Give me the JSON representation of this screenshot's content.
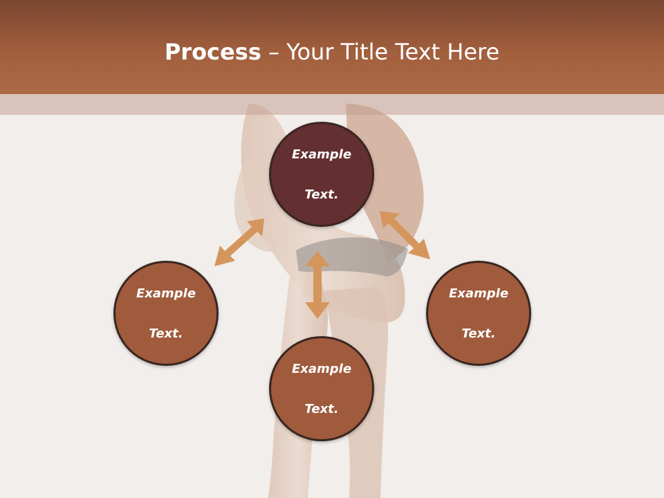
{
  "slide": {
    "title_bold": "Process",
    "title_rest": " – Your Title Text Here"
  },
  "colors": {
    "title_band": "#a15f3d",
    "node_primary": "#642f30",
    "node_secondary": "#a05b3c",
    "arrow": "#d4965c",
    "node_border": "#3a2620"
  },
  "diagram": {
    "nodes": [
      {
        "id": "top",
        "line1": "Example",
        "line2": "Text."
      },
      {
        "id": "left",
        "line1": "Example",
        "line2": "Text."
      },
      {
        "id": "right",
        "line1": "Example",
        "line2": "Text."
      },
      {
        "id": "bottom",
        "line1": "Example",
        "line2": "Text."
      }
    ],
    "connectors": [
      {
        "from": "top",
        "to": "left",
        "style": "double-arrow"
      },
      {
        "from": "top",
        "to": "right",
        "style": "double-arrow"
      },
      {
        "from": "top",
        "to": "bottom",
        "style": "double-arrow"
      }
    ]
  }
}
